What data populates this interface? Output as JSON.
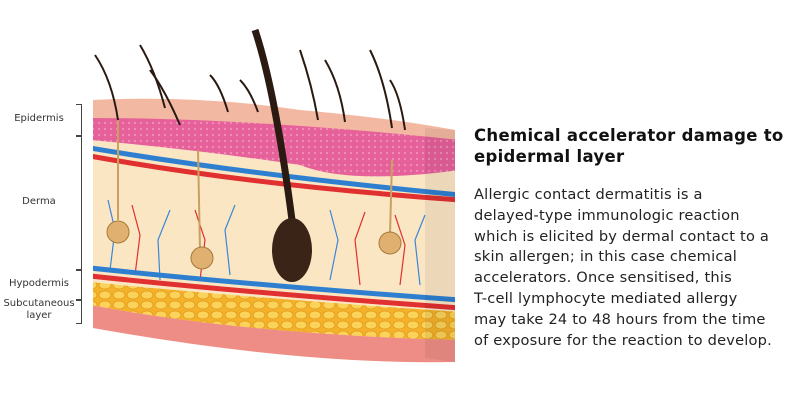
{
  "labels": {
    "epidermis": "Epidermis",
    "derma": "Derma",
    "hypodermis": "Hypodermis",
    "subcutaneous": [
      "Subcutaneous",
      "layer"
    ]
  },
  "title_lines": [
    "Chemical accelerator damage to",
    "epidermal layer"
  ],
  "body_lines": [
    "Allergic contact dermatitis is a",
    "delayed-type immunologic reaction",
    "which is elicited by dermal contact to a",
    "skin allergen; in this case chemical",
    "accelerators. Once sensitised, this",
    "T-cell lymphocyte mediated allergy",
    "may take 24 to 48 hours from the time",
    "of exposure for the reaction to develop."
  ],
  "colors": {
    "skin_surface": "#f0b4a0",
    "epidermis": "#e0609a",
    "derma": "#fbe6c4",
    "fat": "#f5b830",
    "vein": "#2f7fd0",
    "artery": "#e03030",
    "hair": "#2a1a12"
  }
}
